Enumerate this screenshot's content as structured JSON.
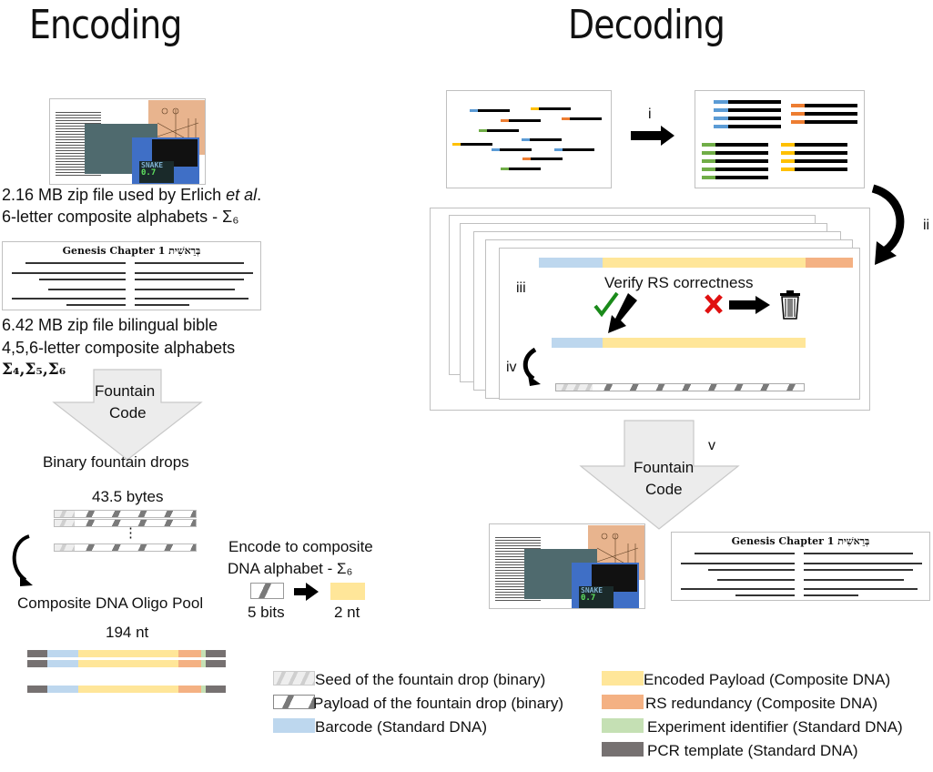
{
  "headers": {
    "encoding": "Encoding",
    "decoding": "Decoding"
  },
  "encoding": {
    "file1": {
      "line1_pre": "2.16 MB zip file used by Erlich ",
      "line1_em": "et al",
      "line1_post": ".",
      "line2": "6-letter composite alphabets - Σ₆"
    },
    "bible_thumb": {
      "title": "Genesis Chapter 1 בְּרֵאשִׁית"
    },
    "file2": {
      "line1": "6.42 MB zip file bilingual bible",
      "line2": "4,5,6-letter composite alphabets",
      "line3": "Σ₄,Σ₅,Σ₆"
    },
    "fountain_arrow": {
      "line1": "Fountain",
      "line2": "Code"
    },
    "drops_label": "Binary fountain drops",
    "drop_size": "43.5 bytes",
    "ellipsis": "⋮",
    "oligo_pool_label": "Composite DNA Oligo Pool",
    "oligo_length": "194 nt",
    "encode_label": {
      "line1": "Encode to composite",
      "line2": "DNA alphabet - Σ₆"
    },
    "mapping": {
      "from": "5 bits",
      "to": "2 nt"
    }
  },
  "decoding": {
    "step_i": "i",
    "step_ii": "ii",
    "step_iii": "iii",
    "step_iv": "iv",
    "step_v": "v",
    "verify_label": "Verify RS correctness",
    "fountain_arrow": {
      "line1": "Fountain",
      "line2": "Code"
    },
    "bible_thumb": {
      "title": "Genesis Chapter 1 בְּרֵאשִׁית"
    }
  },
  "snake_label": "SNAKE",
  "snake_version": "0.7",
  "legend": [
    {
      "label": "Seed of the fountain drop (binary)",
      "swatch": "seed"
    },
    {
      "label": "Payload of the fountain drop (binary)",
      "swatch": "payload"
    },
    {
      "label": "Barcode (Standard DNA)",
      "swatch": "#bdd7ee"
    },
    {
      "label": "Encoded Payload (Composite DNA)",
      "swatch": "#ffe699"
    },
    {
      "label": "RS redundancy (Composite DNA)",
      "swatch": "#f4b183"
    },
    {
      "label": "Experiment identifier (Standard DNA)",
      "swatch": "#c5e0b4"
    },
    {
      "label": "PCR template (Standard DNA)",
      "swatch": "#767171"
    }
  ],
  "colors": {
    "barcode": "#bdd7ee",
    "payload": "#ffe699",
    "rs": "#f4b183",
    "experiment": "#c5e0b4",
    "pcr": "#767171",
    "read_blue": "#5b9bd5",
    "read_orange": "#ed7d31",
    "read_green": "#70ad47",
    "read_yellow": "#ffc000",
    "check": "#1a8a1a",
    "cross": "#e01010"
  }
}
